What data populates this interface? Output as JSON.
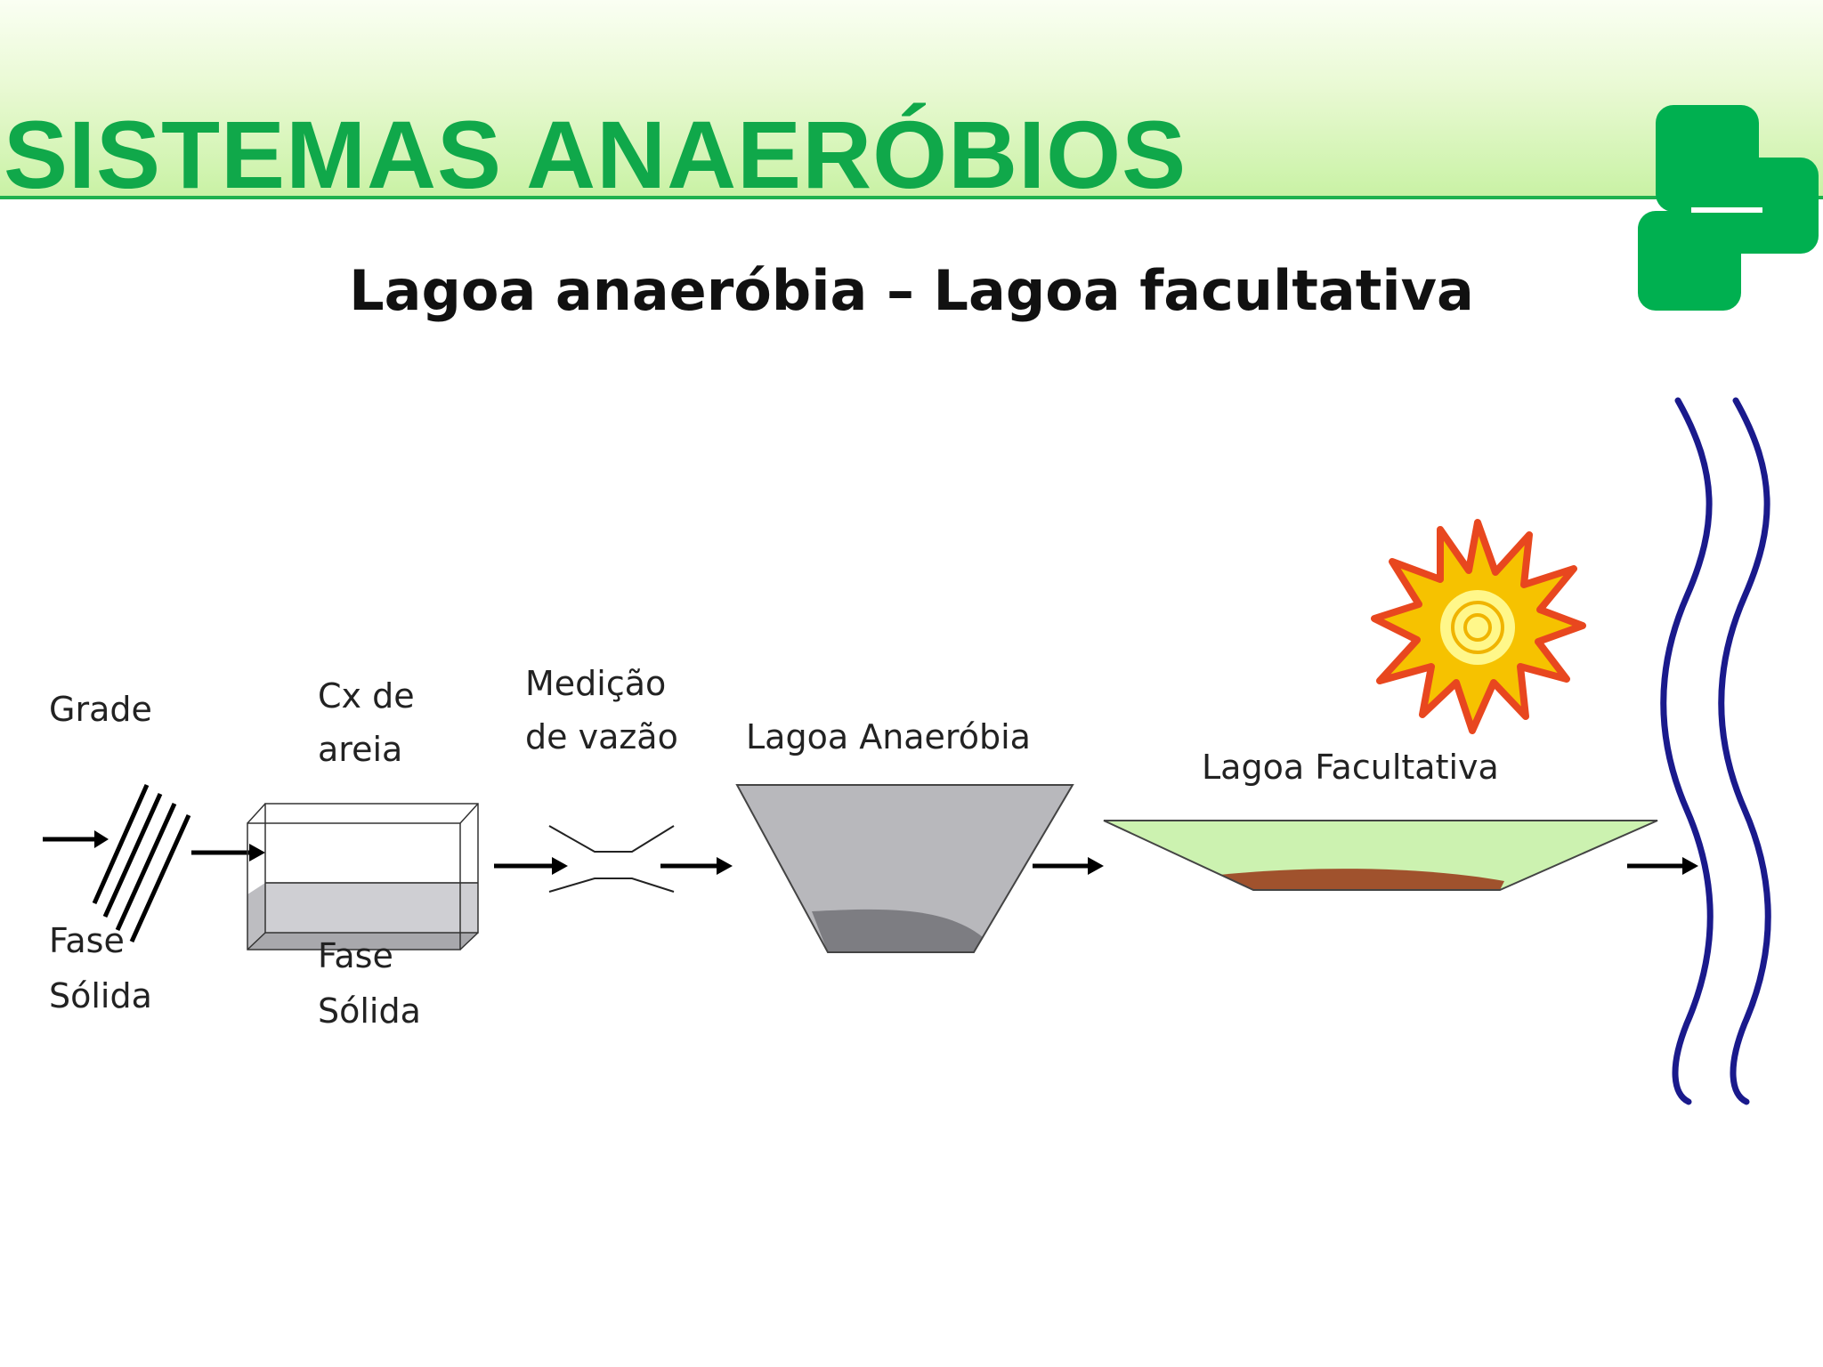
{
  "header": {
    "title": "SISTEMAS ANAERÓBIOS",
    "subtitle": "Lagoa anaeróbia – Lagoa facultativa"
  },
  "diagram": {
    "grade": {
      "label": "Grade",
      "solid_line1": "Fase",
      "solid_line2": "Sólida"
    },
    "caixa_areia": {
      "label_line1": "Cx de",
      "label_line2": "areia",
      "solid_line1": "Fase",
      "solid_line2": "Sólida"
    },
    "medicao": {
      "label_line1": "Medição",
      "label_line2": "de vazão"
    },
    "lagoa_anaerobia": {
      "label": "Lagoa Anaeróbia"
    },
    "lagoa_facultativa": {
      "label": "Lagoa Facultativa"
    }
  },
  "colors": {
    "title_green": "#10a84a",
    "logo_green": "#00b050",
    "river_blue": "#1a1a8c",
    "pond_green": "#ccf2b0",
    "sludge_brown": "#a0522d",
    "pond_gray": "#b8b8bc"
  },
  "icons": [
    "logo-icon",
    "sun-icon",
    "river-icon",
    "arrow-icon"
  ]
}
